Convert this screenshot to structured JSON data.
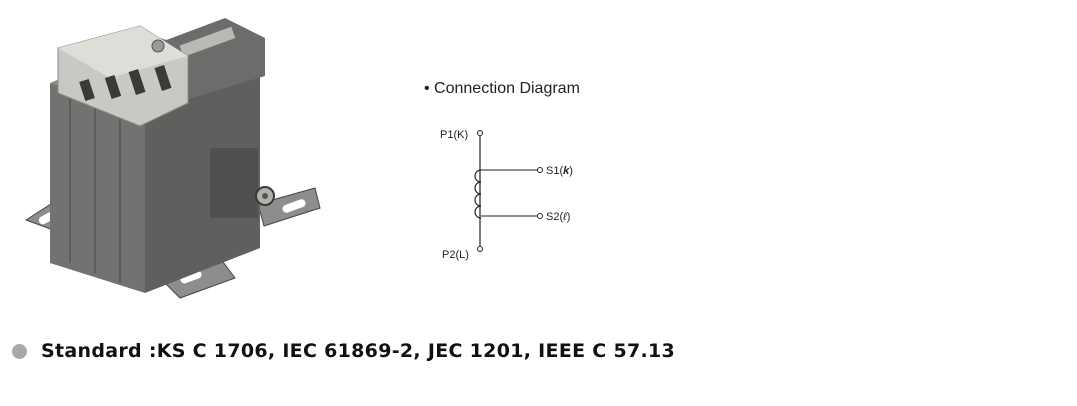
{
  "product": {
    "image_alt": "Current transformer"
  },
  "diagram": {
    "heading": "• Connection Diagram",
    "terminals": {
      "p1": "P1(K)",
      "p2": "P2(L)",
      "s1": "S1(",
      "s1_symbol": "k",
      "s1_close": ")",
      "s2": "S2(",
      "s2_symbol": "ℓ",
      "s2_close": ")"
    }
  },
  "standard": {
    "text": "Standard :KS C 1706, IEC 61869-2, JEC 1201, IEEE C 57.13"
  },
  "colors": {
    "body": "#7a7a78",
    "top_cover": "#c8c8c4",
    "bullet": "#a8a8a8"
  }
}
